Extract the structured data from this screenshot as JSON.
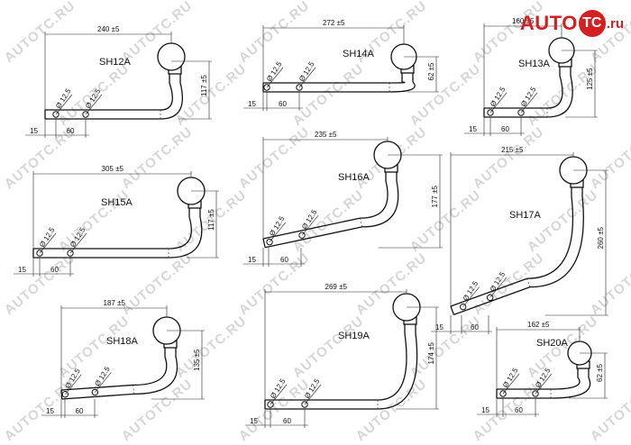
{
  "watermark": {
    "text": "AUTOTC.RU"
  },
  "logo": {
    "prefix": "AUTO",
    "mark": "TC",
    "suffix": ".ru"
  },
  "hitches": [
    {
      "id": "sh12a",
      "model": "SH12A",
      "width": "240 ±5",
      "height": "117 ±5",
      "offset": "15",
      "spacing": "60",
      "hole": "Ø 12.5"
    },
    {
      "id": "sh14a",
      "model": "SH14A",
      "width": "272 ±5",
      "height": "62 ±5",
      "offset": "15",
      "spacing": "60",
      "hole": "Ø 12.5"
    },
    {
      "id": "sh13a",
      "model": "SH13A",
      "width": "160 ±5",
      "height": "125 ±5",
      "offset": "15",
      "spacing": "60",
      "hole": "Ø 12.5"
    },
    {
      "id": "sh15a",
      "model": "SH15A",
      "width": "305 ±5",
      "height": "117 ±5",
      "offset": "15",
      "spacing": "60",
      "hole": "Ø 12.5"
    },
    {
      "id": "sh16a",
      "model": "SH16A",
      "width": "235 ±5",
      "height": "177 ±5",
      "offset": "15",
      "spacing": "60",
      "hole": "Ø 12.5"
    },
    {
      "id": "sh17a",
      "model": "SH17A",
      "width": "215 ±5",
      "height": "260 ±5",
      "offset": "15",
      "spacing": "60",
      "hole": "Ø 12.5"
    },
    {
      "id": "sh18a",
      "model": "SH18A",
      "width": "187 ±5",
      "height": "135 ±5",
      "offset": "15",
      "spacing": "60",
      "hole": "Ø 12.5"
    },
    {
      "id": "sh19a",
      "model": "SH19A",
      "width": "269 ±5",
      "height": "174 ±5",
      "offset": "15",
      "spacing": "60",
      "hole": "Ø 12.5"
    },
    {
      "id": "sh20a",
      "model": "SH20A",
      "width": "162 ±5",
      "height": "62 ±5",
      "offset": "15",
      "spacing": "60",
      "hole": "Ø 12.5"
    }
  ]
}
